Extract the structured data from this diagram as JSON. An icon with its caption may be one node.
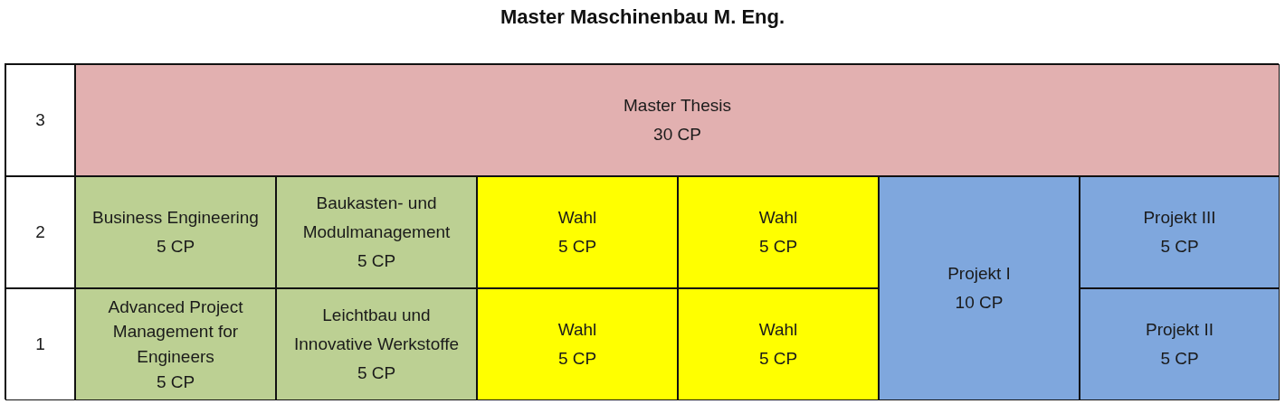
{
  "diagram": {
    "title": "Master Maschinenbau M. Eng.",
    "nodes": [
      {
        "text": [
          "3"
        ]
      },
      {
        "text": [
          "Master Thesis",
          "30 CP"
        ]
      },
      {
        "text": [
          "2"
        ]
      },
      {
        "text": [
          "Business Engineering",
          "5 CP"
        ]
      },
      {
        "text": [
          "Baukasten- und Modulmanagement",
          "5 CP"
        ]
      },
      {
        "text": [
          "Wahl",
          "5 CP"
        ]
      },
      {
        "text": [
          "Wahl",
          "5 CP"
        ]
      },
      {
        "text": [
          "Projekt I",
          "10 CP"
        ]
      },
      {
        "text": [
          "Projekt III",
          "5 CP"
        ]
      },
      {
        "text": [
          "1"
        ]
      },
      {
        "text": [
          "Advanced Project Management for Engineers",
          "5 CP"
        ]
      },
      {
        "text": [
          "Leichtbau und Innovative Werkstoffe",
          "5 CP"
        ]
      },
      {
        "text": [
          "Wahl",
          "5 CP"
        ]
      },
      {
        "text": [
          "Wahl",
          "5 CP"
        ]
      },
      {
        "text": [
          "Projekt II",
          "5 CP"
        ]
      }
    ]
  }
}
